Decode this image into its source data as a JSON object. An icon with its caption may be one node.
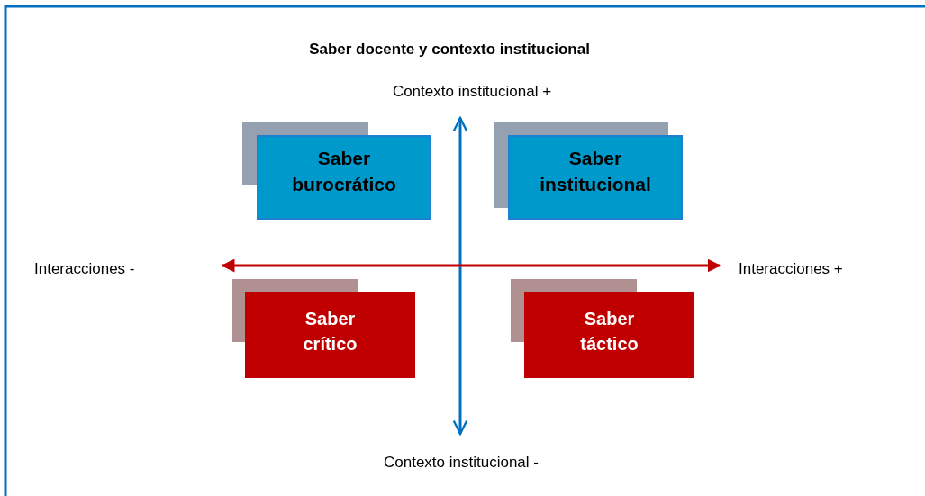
{
  "diagram": {
    "title": "Saber docente y contexto institucional",
    "nodes": [
      {
        "text": [
          "Saber burocrático"
        ]
      },
      {
        "text": [
          "Saber institucional"
        ]
      },
      {
        "text": [
          "Saber crítico"
        ]
      },
      {
        "text": [
          "Saber táctico"
        ]
      }
    ],
    "labels": [
      "Contexto institucional +",
      "Interacciones -",
      "Interacciones +",
      "Contexto institucional -"
    ]
  }
}
